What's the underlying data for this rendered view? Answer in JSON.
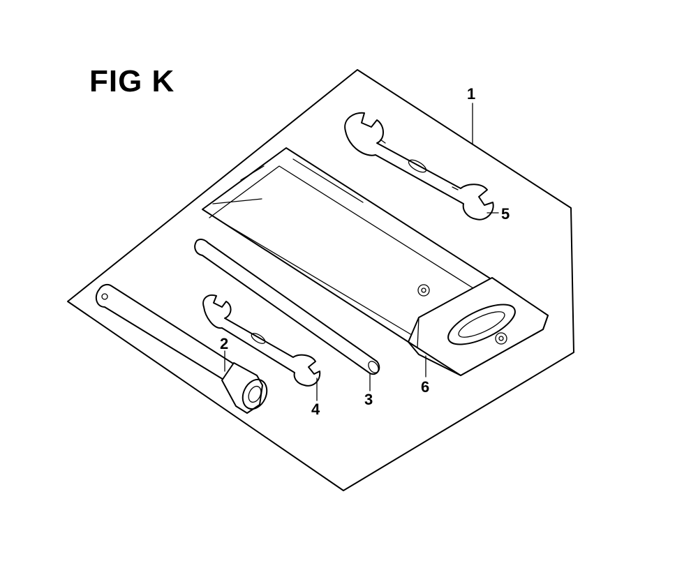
{
  "figure": {
    "title": "FIG K"
  },
  "callouts": [
    {
      "id": "tool-set",
      "label": "1"
    },
    {
      "id": "plug-wrench",
      "label": "2"
    },
    {
      "id": "handle-bar",
      "label": "3"
    },
    {
      "id": "small-wrench",
      "label": "4"
    },
    {
      "id": "large-wrench",
      "label": "5"
    },
    {
      "id": "tool-bag",
      "label": "6"
    }
  ]
}
